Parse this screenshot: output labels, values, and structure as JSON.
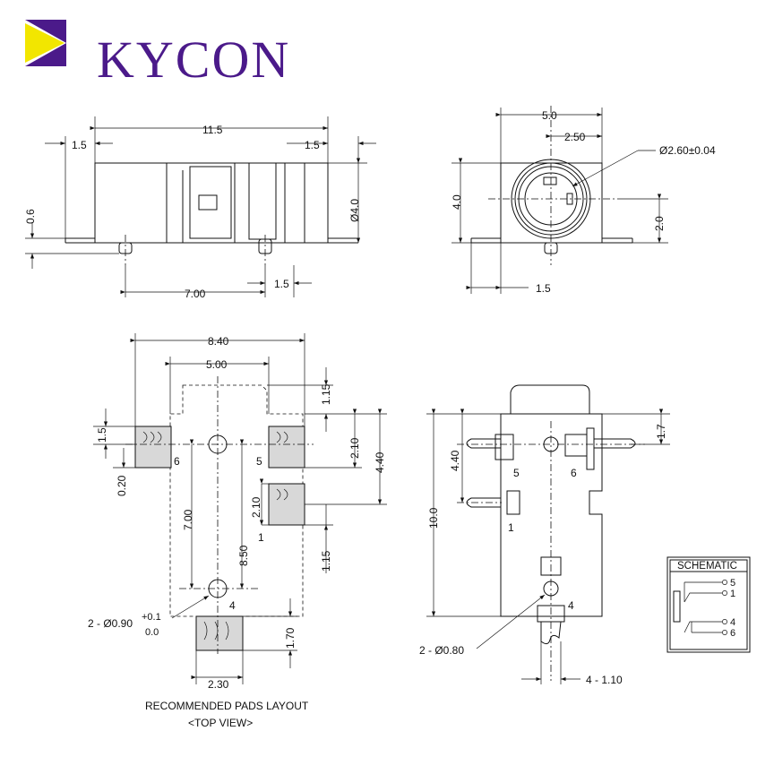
{
  "brand": {
    "name": "KYCON",
    "purple": "#4b1a8a",
    "yellow": "#f2e600"
  },
  "side_view": {
    "overall_length": "11.5",
    "left_offset": "1.5",
    "right_offset": "1.5",
    "diameter": "Ø4.0",
    "flange": "0.6",
    "pin_pitch": "7.00",
    "pin_offset": "1.5"
  },
  "front_view": {
    "width": "5.0",
    "half_width": "2.50",
    "bore": "Ø2.60±0.04",
    "height": "4.0",
    "center_height": "2.0",
    "pin_offset": "1.5"
  },
  "pad_layout": {
    "overall_width": "8.40",
    "body_width": "5.00",
    "top_offset": "1.15",
    "pad_height_left": "1.5",
    "pad_height_right": "2.10",
    "span": "4.40",
    "pad_gap": "0.20",
    "pad_height_mid": "2.10",
    "hole_pitch": "7.00",
    "hole_to_pad": "8.50",
    "mid_gap": "1.15",
    "hole_callout": "2 - Ø0.90",
    "tol_plus": "+0.1",
    "tol_minus": "0.0",
    "bottom_pad_height": "1.70",
    "bottom_pad_width": "2.30",
    "pin_labels": {
      "p6": "6",
      "p5": "5",
      "p1": "1",
      "p4": "4"
    },
    "caption_line1": "RECOMMENDED PADS LAYOUT",
    "caption_line2": "<TOP VIEW>"
  },
  "bottom_view": {
    "offset_top": "1.7",
    "pin_spacing": "4.40",
    "length": "10.0",
    "hole_callout": "2 - Ø0.80",
    "pin_width": "4 - 1.10",
    "pin_labels": {
      "p5": "5",
      "p6": "6",
      "p1": "1",
      "p4": "4"
    }
  },
  "schematic": {
    "title": "SCHEMATIC",
    "pins": [
      "5",
      "1",
      "4",
      "6"
    ]
  }
}
